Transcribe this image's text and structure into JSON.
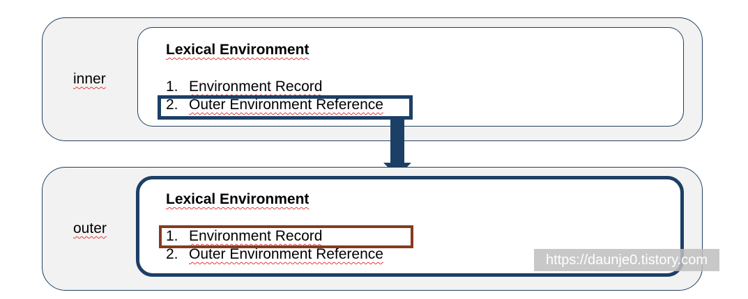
{
  "inner_section": {
    "label": "inner",
    "title": "Lexical Environment",
    "items": [
      {
        "num": "1.",
        "text": "Environment Record"
      },
      {
        "num": "2.",
        "text": "Outer Environment Reference"
      }
    ]
  },
  "outer_section": {
    "label": "outer",
    "title": "Lexical Environment",
    "items": [
      {
        "num": "1.",
        "text": "Environment Record"
      },
      {
        "num": "2.",
        "text": "Outer Environment Reference"
      }
    ]
  },
  "watermark": "https://daunje0.tistory.com",
  "colors": {
    "navy": "#1c3f66",
    "brown": "#843c1f",
    "panel": "#f2f2f2",
    "spellcheck": "#e23b3b"
  }
}
